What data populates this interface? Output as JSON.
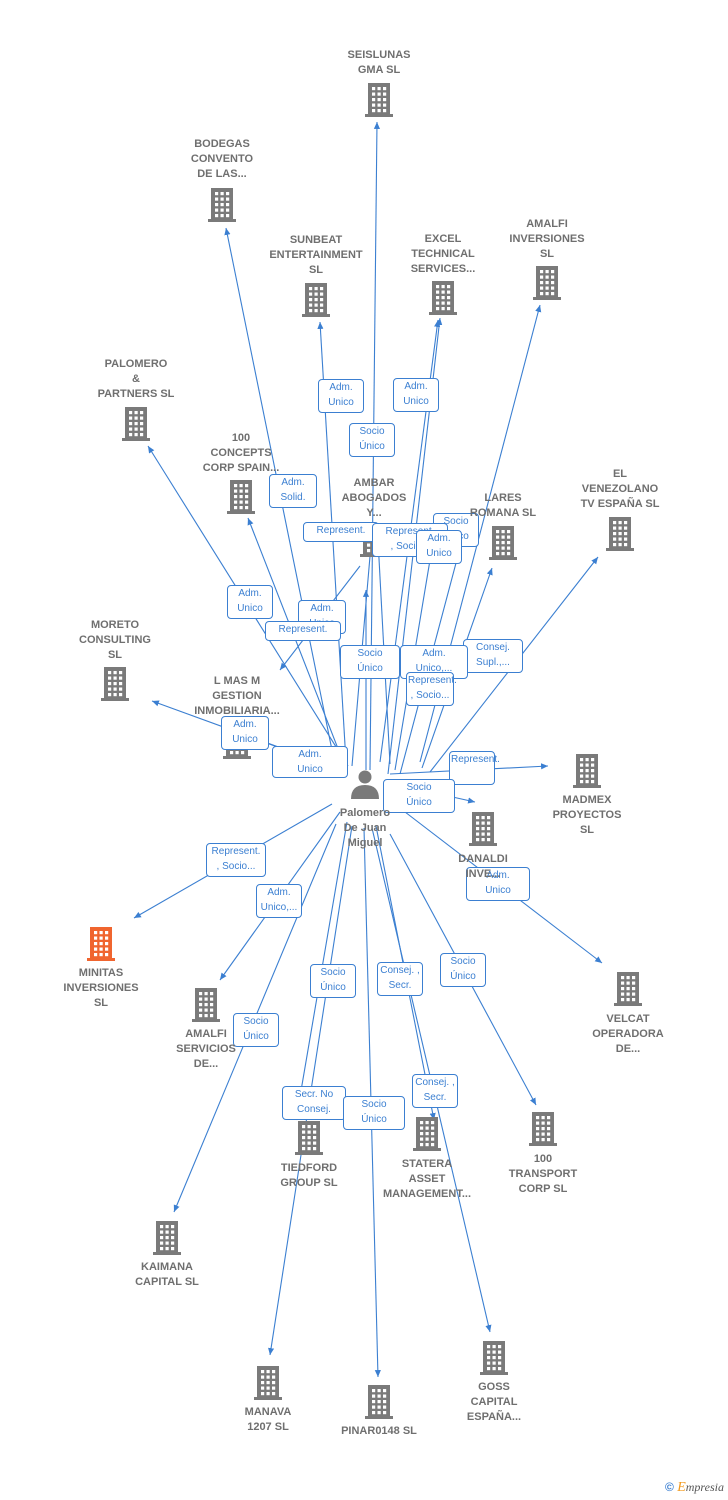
{
  "center": {
    "label": "Palomero\nDe Juan\nMiguel",
    "icon": "person-icon"
  },
  "colors": {
    "edge": "#3b7fd1",
    "building": "#7a7a7a",
    "highlight": "#f0652f",
    "text": "#6f6f6f"
  },
  "nodes": [
    {
      "id": "seislunas",
      "label": "SEISLUNAS\nGMA SL",
      "icon": "building-icon"
    },
    {
      "id": "bodegas",
      "label": "BODEGAS\nCONVENTO\nDE LAS...",
      "icon": "building-icon"
    },
    {
      "id": "sunbeat",
      "label": "SUNBEAT\nENTERTAINMENT\nSL",
      "icon": "building-icon"
    },
    {
      "id": "excel",
      "label": "EXCEL\nTECHNICAL\nSERVICES...",
      "icon": "building-icon"
    },
    {
      "id": "amalfi-inv",
      "label": "AMALFI\nINVERSIONES\nSL",
      "icon": "building-icon"
    },
    {
      "id": "palomero-partners",
      "label": "PALOMERO\n&\nPARTNERS SL",
      "icon": "building-icon"
    },
    {
      "id": "100-concepts",
      "label": "100\nCONCEPTS\nCORP SPAIN...",
      "icon": "building-icon"
    },
    {
      "id": "ambar",
      "label": "AMBAR\nABOGADOS\nY...",
      "icon": "building-icon"
    },
    {
      "id": "lares",
      "label": "LARES\nROMANA SL",
      "icon": "building-icon"
    },
    {
      "id": "el-venezolano",
      "label": "EL\nVENEZOLANO\nTV ESPAÑA SL",
      "icon": "building-icon"
    },
    {
      "id": "moreto",
      "label": "MORETO\nCONSULTING\nSL",
      "icon": "building-icon"
    },
    {
      "id": "lmasm",
      "label": "L MAS M\nGESTION\nINMOBILIARIA...",
      "icon": "building-icon"
    },
    {
      "id": "madmex",
      "label": "MADMEX\nPROYECTOS\nSL",
      "icon": "building-icon"
    },
    {
      "id": "danaldi",
      "label": "DANALDI\nINVE...",
      "icon": "building-icon"
    },
    {
      "id": "minitas",
      "label": "MINITAS\nINVERSIONES\nSL",
      "icon": "building-icon",
      "highlight": true
    },
    {
      "id": "amalfi-serv",
      "label": "AMALFI\nSERVICIOS\nDE...",
      "icon": "building-icon"
    },
    {
      "id": "velcat",
      "label": "VELCAT\nOPERADORA\nDE...",
      "icon": "building-icon"
    },
    {
      "id": "tiedford",
      "label": "TIEDFORD\nGROUP SL",
      "icon": "building-icon"
    },
    {
      "id": "statera",
      "label": "STATERA\nASSET\nMANAGEMENT...",
      "icon": "building-icon"
    },
    {
      "id": "100-transport",
      "label": "100\nTRANSPORT\nCORP SL",
      "icon": "building-icon"
    },
    {
      "id": "kaimana",
      "label": "KAIMANA\nCAPITAL SL",
      "icon": "building-icon"
    },
    {
      "id": "manava",
      "label": "MANAVA\n1207 SL",
      "icon": "building-icon"
    },
    {
      "id": "pinar",
      "label": "PINAR0148 SL",
      "icon": "building-icon"
    },
    {
      "id": "goss",
      "label": "GOSS\nCAPITAL\nESPAÑA...",
      "icon": "building-icon"
    }
  ],
  "edges": [
    {
      "target": "seislunas",
      "label": "Socio\nÚnico"
    },
    {
      "target": "bodegas",
      "label": "Adm.\nSolid."
    },
    {
      "target": "sunbeat",
      "label": "Adm.\nUnico"
    },
    {
      "target": "excel",
      "label": "Adm.\nUnico"
    },
    {
      "target": "amalfi-inv",
      "label": "Socio\nÚnico"
    },
    {
      "target": "palomero-partners",
      "label": "Adm.\nUnico"
    },
    {
      "target": "100-concepts",
      "label": "Adm.\nUnico"
    },
    {
      "target": "ambar",
      "label": "Represent."
    },
    {
      "target": "ambar",
      "label": "Represent.\n, Socio..."
    },
    {
      "target": "lares",
      "label": "Adm.\nUnico"
    },
    {
      "target": "el-venezolano",
      "label": "Consej.\nSupl.,..."
    },
    {
      "target": "moreto",
      "label": "Adm.\nUnico"
    },
    {
      "target": "lmasm",
      "label": "Represent."
    },
    {
      "target": "lmasm",
      "label": "Adm.\nUnico"
    },
    {
      "target": "lmasm",
      "label": "Represent."
    },
    {
      "target": "madmex",
      "label": "Socio\nÚnico"
    },
    {
      "target": "danaldi",
      "label": "Represent.\n, Socio..."
    },
    {
      "target": "minitas",
      "label": "Adm.\nUnico,..."
    },
    {
      "target": "amalfi-serv",
      "label": "Adm.\nUnico"
    },
    {
      "target": "velcat",
      "label": "Secr. No\nConsej."
    },
    {
      "target": "tiedford",
      "label": "Consej. ,\nSecr."
    },
    {
      "target": "statera",
      "label": "Socio\nÚnico"
    },
    {
      "target": "100-transport",
      "label": "Socio\nÚnico"
    },
    {
      "target": "kaimana",
      "label": "Socio\nÚnico"
    },
    {
      "target": "manava",
      "label": "Socio\nÚnico"
    },
    {
      "target": "pinar",
      "label": "Consej. ,\nSecr."
    },
    {
      "target": "goss",
      "label": "Socio\nÚnico"
    },
    {
      "target": "excel",
      "label": "Adm.\nUnico,..."
    },
    {
      "target": "lares",
      "label": "Represent.\n, Socio..."
    },
    {
      "target": "lares",
      "label": "Adm.\nUnico"
    }
  ],
  "brand": {
    "copyright": "©",
    "first": "E",
    "rest": "mpresia"
  }
}
